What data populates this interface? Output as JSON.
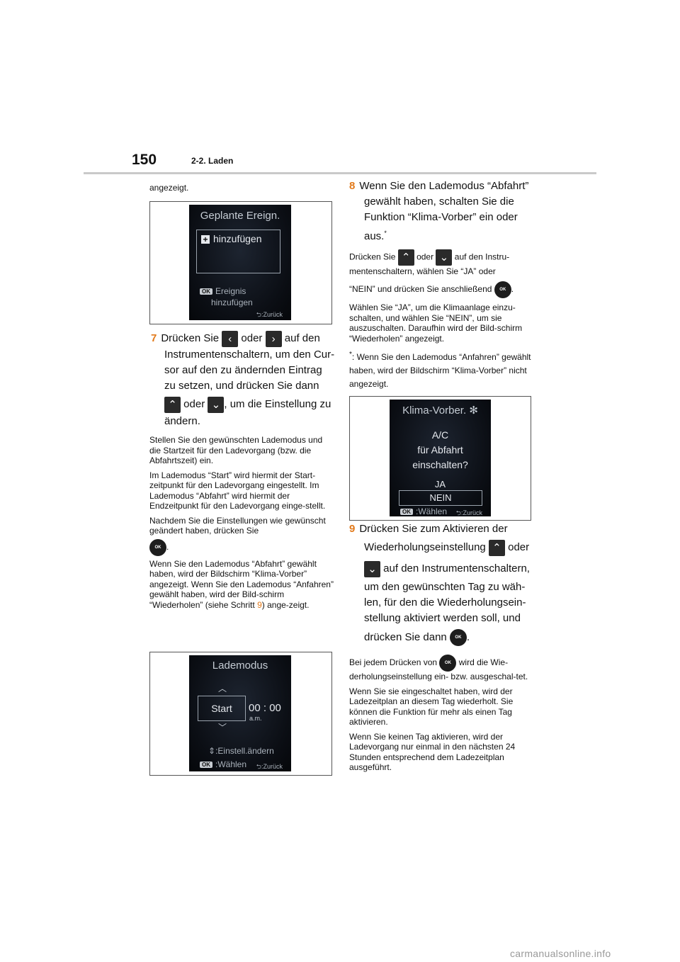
{
  "header": {
    "page_number": "150",
    "section": "2-2. Laden"
  },
  "left": {
    "intro": "angezeigt.",
    "screen1": {
      "title": "Geplante Ereign.",
      "add_label": "hinzufügen",
      "ok_hint_line1": "Ereignis",
      "ok_hint_line2": "hinzufügen",
      "back_hint": ":Zurück"
    },
    "step7": {
      "number": "7",
      "t1": "Drücken Sie",
      "t2": "oder",
      "t3": "auf den",
      "l2": "Instrumentenschaltern, um den Cur-",
      "l3": "sor auf den zu ändernden Eintrag",
      "l4": "zu setzen, und drücken Sie dann",
      "l5a": "oder",
      "l5b": ", um die Einstellung zu",
      "l6": "ändern."
    },
    "p1": "Stellen Sie den gewünschten Lademodus und die Startzeit für den Ladevorgang (bzw. die Abfahrtszeit) ein.",
    "p2": "Im Lademodus “Start” wird hiermit der Start-zeitpunkt für den Ladevorgang eingestellt. Im Lademodus “Abfahrt” wird hiermit der Endzeitpunkt für den Ladevorgang einge-stellt.",
    "p3": "Nachdem Sie die Einstellungen wie gewünscht geändert haben, drücken Sie",
    "p4": "Wenn Sie den Lademodus “Abfahrt” gewählt haben, wird der Bildschirm “Klima-Vorber” angezeigt. Wenn Sie den Lademodus “Anfahren” gewählt haben, wird der Bild-schirm “Wiederholen” (siehe Schritt",
    "p4_num": "9",
    "p4_end": ") ange-zeigt.",
    "screen2": {
      "title": "Lademodus",
      "mode": "Start",
      "hours": "00",
      "colon": ":",
      "minutes": "00",
      "ampm": "a.m.",
      "change_hint": ":Einstell.ändern",
      "select_hint": ":Wählen",
      "back_hint": ":Zurück"
    }
  },
  "right": {
    "step8": {
      "number": "8",
      "l1": "Wenn Sie den Lademodus “Abfahrt”",
      "l2": "gewählt haben, schalten Sie die",
      "l3": "Funktion “Klima-Vorber” ein oder",
      "l4": "aus.",
      "star": "*"
    },
    "p1a": "Drücken Sie",
    "p1b": "oder",
    "p1c": "auf den Instru-mentenschaltern, wählen Sie “JA” oder",
    "p1d": "“NEIN” und drücken Sie anschließend",
    "p2": "Wählen Sie “JA”, um die Klimaanlage einzu-schalten, und wählen Sie “NEIN”, um sie auszuschalten. Daraufhin wird der Bild-schirm “Wiederholen” angezeigt.",
    "footnote_mark": "*",
    "footnote": ": Wenn Sie den Lademodus “Anfahren” gewählt haben, wird der Bildschirm “Klima-Vorber” nicht angezeigt.",
    "screen3": {
      "title": "Klima-Vorber.",
      "q1": "A/C",
      "q2": "für Abfahrt",
      "q3": "einschalten?",
      "yes": "JA",
      "no": "NEIN",
      "select_hint": ":Wählen",
      "back_hint": ":Zurück"
    },
    "step9": {
      "number": "9",
      "l1": "Drücken Sie zum Aktivieren der",
      "l2": "Wiederholungseinstellung",
      "l2b": "oder",
      "l3": "auf den Instrumentenschaltern,",
      "l4": "um den gewünschten Tag zu wäh-",
      "l5": "len, für den die Wiederholungsein-",
      "l6": "stellung aktiviert werden soll, und",
      "l7": "drücken Sie dann"
    },
    "p3a": "Bei jedem Drücken von",
    "p3b": "wird die Wie-derholungseinstellung ein- bzw. ausgeschal-tet.",
    "p4": "Wenn Sie sie eingeschaltet haben, wird der Ladezeitplan an diesem Tag wiederholt. Sie können die Funktion für mehr als einen Tag aktivieren.",
    "p5": "Wenn Sie keinen Tag aktivieren, wird der Ladevorgang nur einmal in den nächsten 24 Stunden entsprechend dem Ladezeitplan ausgeführt."
  },
  "ok_label": "OK",
  "watermark": "carmanualsonline.info"
}
